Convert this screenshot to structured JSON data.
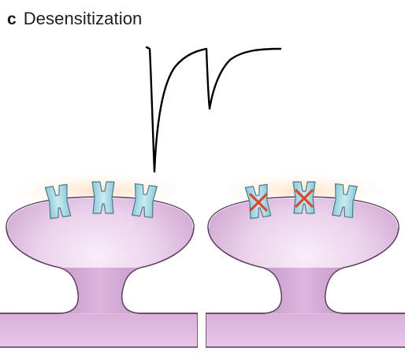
{
  "panel": {
    "letter": "c",
    "title": "Desensitization"
  },
  "colors": {
    "spine_fill": "#e3bfe4",
    "spine_outline": "#5e3c5f",
    "receptor_fill": "#a9dbe6",
    "receptor_outline": "#4a7d89",
    "blocked_mark": "#e0462f",
    "trace": "#000000",
    "glow": "#fbe3c8"
  },
  "diagram": {
    "trace_description_icon": "current-trace",
    "synapses": [
      {
        "label": "",
        "receptors": [
          "active",
          "active",
          "active"
        ]
      },
      {
        "label": "",
        "receptors": [
          "blocked",
          "blocked",
          "active"
        ]
      }
    ]
  }
}
